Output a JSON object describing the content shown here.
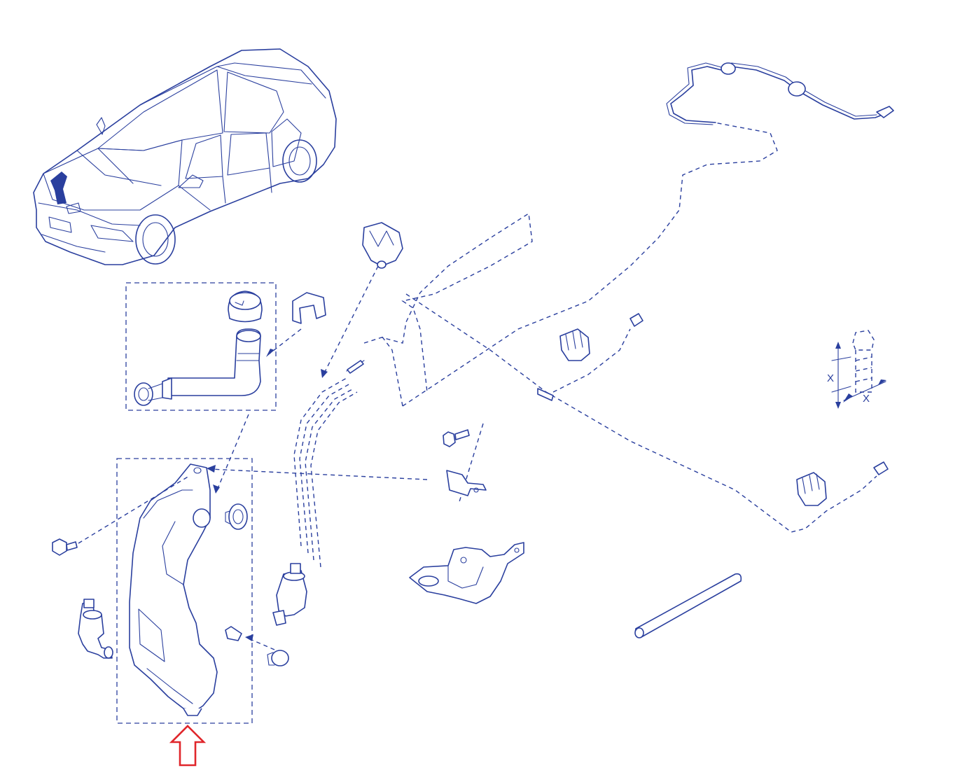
{
  "colors": {
    "line": "#2a3f9e",
    "highlight_arrow": "#e0262b",
    "background": "#ffffff"
  },
  "dimension_labels": {
    "vertical": "X",
    "horizontal": "X"
  },
  "parts": [
    {
      "name": "vehicle-illustration"
    },
    {
      "name": "filler-neck-assembly"
    },
    {
      "name": "filler-cap"
    },
    {
      "name": "filler-clip"
    },
    {
      "name": "washer-reservoir"
    },
    {
      "name": "washer-pump-left"
    },
    {
      "name": "washer-pump-right"
    },
    {
      "name": "pump-grommet"
    },
    {
      "name": "level-sensor-plug"
    },
    {
      "name": "reservoir-bolt"
    },
    {
      "name": "bracket-bolt"
    },
    {
      "name": "mounting-bracket"
    },
    {
      "name": "support-bracket"
    },
    {
      "name": "hose-clip-top"
    },
    {
      "name": "washer-nozzle-left"
    },
    {
      "name": "washer-nozzle-right"
    },
    {
      "name": "rear-washer-hose"
    },
    {
      "name": "hose-section"
    },
    {
      "name": "bolt-dimension-detail"
    }
  ]
}
